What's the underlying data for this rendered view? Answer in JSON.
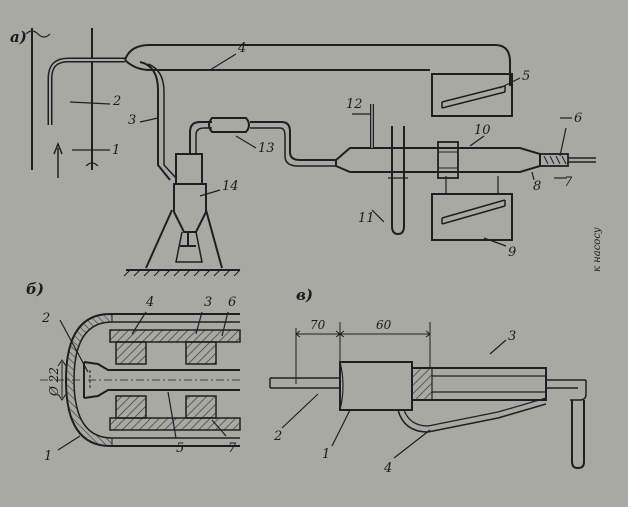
{
  "colors": {
    "background": "#a9a9a3",
    "ink": "#1f1f1f",
    "hatch": "#6a6a66"
  },
  "figure_a": {
    "section_label": "а)",
    "labels": {
      "l1": "1",
      "l2": "2",
      "l3": "3",
      "l4": "4",
      "l5": "5",
      "l6": "6",
      "l7": "7",
      "l8": "8",
      "l9": "9",
      "l10": "10",
      "l11": "11",
      "l12": "12",
      "l13": "13",
      "l14": "14"
    },
    "side_text": "к насосу"
  },
  "figure_b": {
    "section_label": "б)",
    "labels": {
      "l1": "1",
      "l2": "2",
      "l3": "3",
      "l4": "4",
      "l5": "5",
      "l6": "6",
      "l7": "7"
    },
    "dimension": "Ø 22"
  },
  "figure_c": {
    "section_label": "в)",
    "labels": {
      "l1": "1",
      "l2": "2",
      "l3": "3",
      "l4": "4"
    },
    "dim_70": "70",
    "dim_60": "60"
  }
}
